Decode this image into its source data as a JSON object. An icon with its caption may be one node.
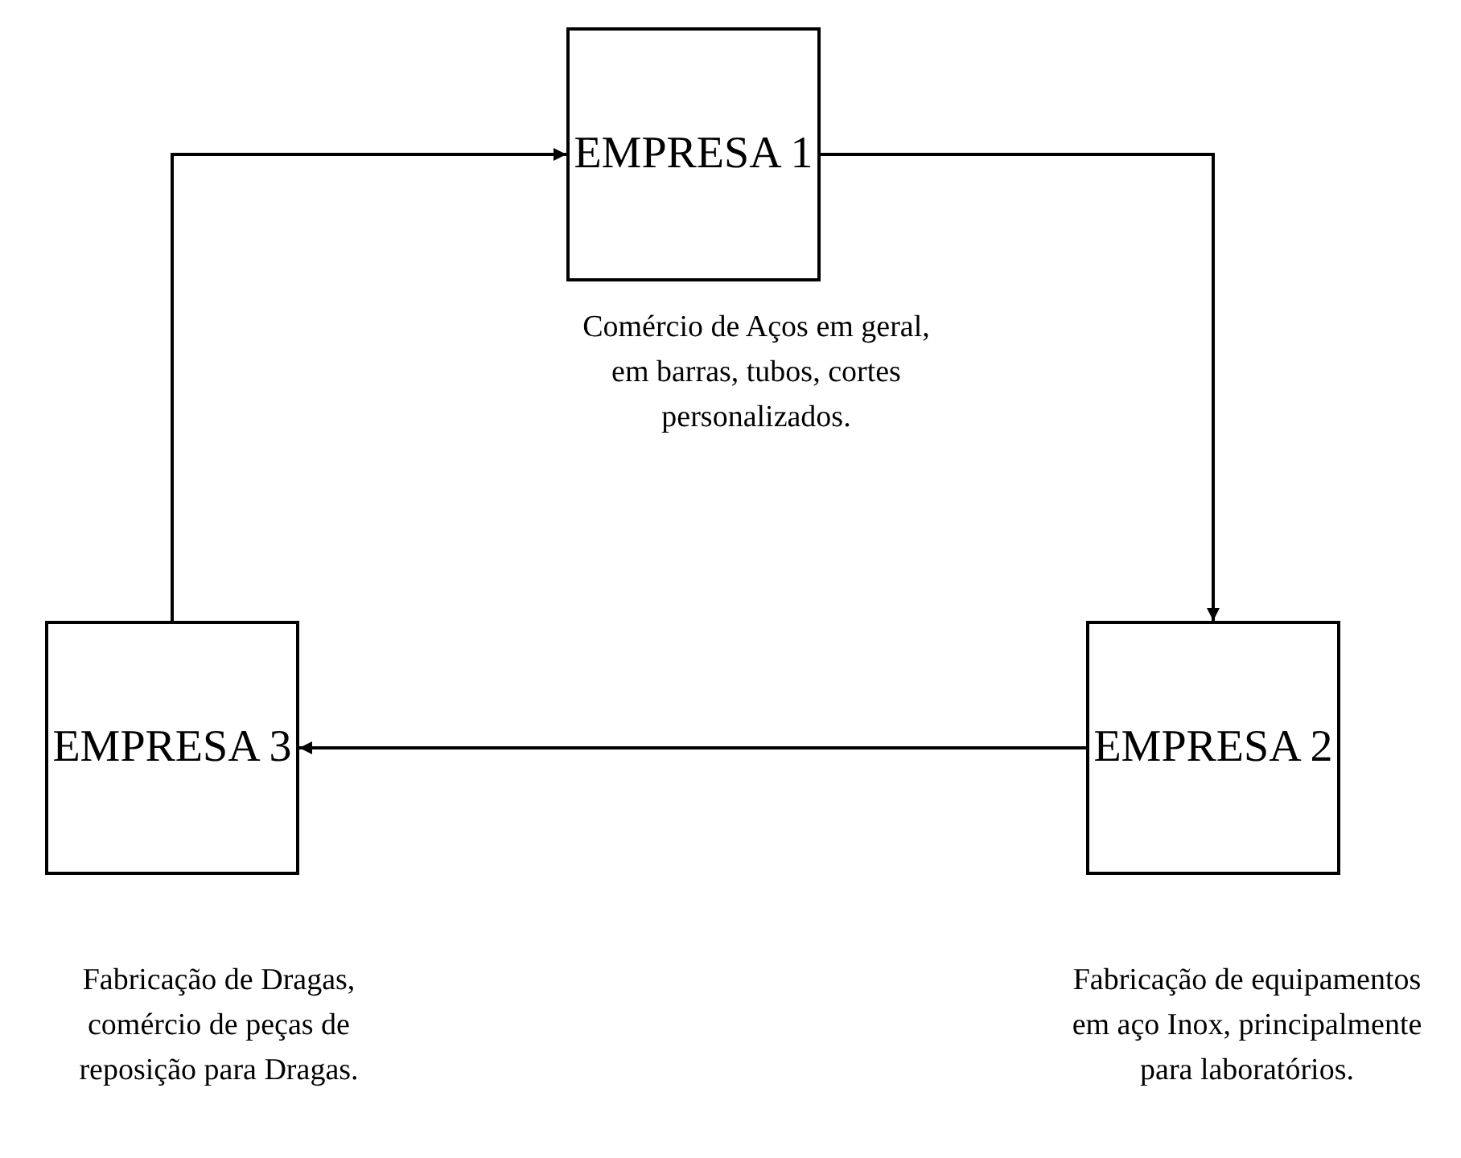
{
  "diagram": {
    "nodes": [
      {
        "text": [
          "EMPRESA 1"
        ],
        "beside": [
          "Comércio de Aços em geral, em barras, tubos, cortes personalizados."
        ]
      },
      {
        "text": [
          "EMPRESA 2"
        ],
        "beside": [
          "Fabricação de equipamentos em aço Inox, principalmente para laboratórios."
        ]
      },
      {
        "text": [
          "EMPRESA 3"
        ],
        "beside": [
          "Fabricação de Dragas, comércio de peças de reposição para Dragas."
        ]
      }
    ],
    "edges": [
      {
        "from": 2,
        "to": 0,
        "arrow": "to"
      },
      {
        "from": 0,
        "to": 1,
        "arrow": "to"
      },
      {
        "from": 1,
        "to": 2,
        "arrow": "to"
      }
    ]
  }
}
